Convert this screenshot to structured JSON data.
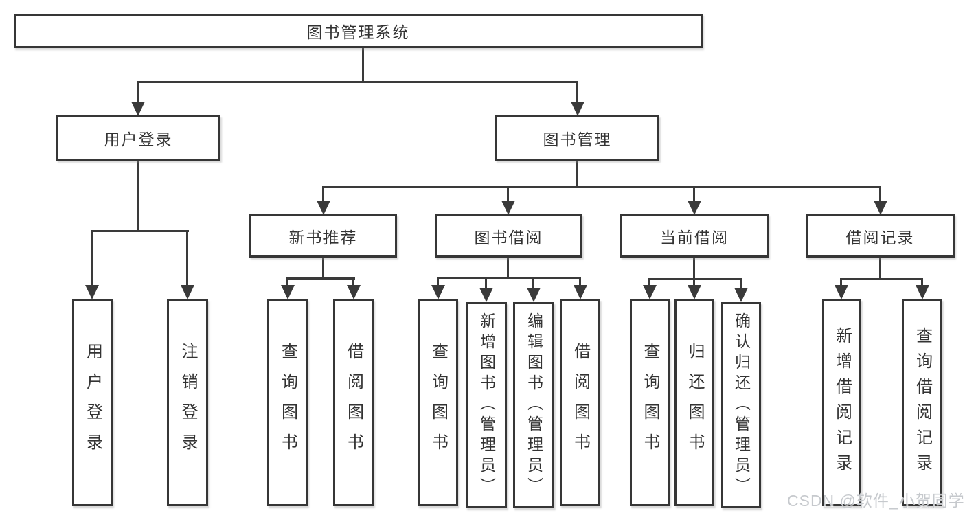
{
  "diagram": {
    "root": {
      "label": "图书管理系统"
    },
    "level2": [
      {
        "label": "用户登录"
      },
      {
        "label": "图书管理"
      }
    ],
    "level3": [
      {
        "label": "新书推荐",
        "parent": "图书管理"
      },
      {
        "label": "图书借阅",
        "parent": "图书管理"
      },
      {
        "label": "当前借阅",
        "parent": "图书管理"
      },
      {
        "label": "借阅记录",
        "parent": "图书管理"
      }
    ],
    "leaves": [
      {
        "label": "用户登录",
        "parent": "用户登录"
      },
      {
        "label": "注销登录",
        "parent": "用户登录"
      },
      {
        "label": "查询图书",
        "parent": "新书推荐"
      },
      {
        "label": "借阅图书",
        "parent": "新书推荐"
      },
      {
        "label": "查询图书",
        "parent": "图书借阅"
      },
      {
        "label": "新增图书（管理员）",
        "parent": "图书借阅"
      },
      {
        "label": "编辑图书（管理员）",
        "parent": "图书借阅"
      },
      {
        "label": "借阅图书",
        "parent": "图书借阅"
      },
      {
        "label": "查询图书",
        "parent": "当前借阅"
      },
      {
        "label": "归还图书",
        "parent": "当前借阅"
      },
      {
        "label": "确认归还（管理员）",
        "parent": "当前借阅"
      },
      {
        "label": "新增借阅记录",
        "parent": "借阅记录"
      },
      {
        "label": "查询借阅记录",
        "parent": "借阅记录"
      }
    ]
  },
  "watermark": {
    "text": "CSDN @软件_小贺同学"
  },
  "colors": {
    "line": "#3a3a3a",
    "border": "#363636",
    "fill": "#ffffff",
    "text": "#333333",
    "watermark": "#c6c9cd"
  }
}
